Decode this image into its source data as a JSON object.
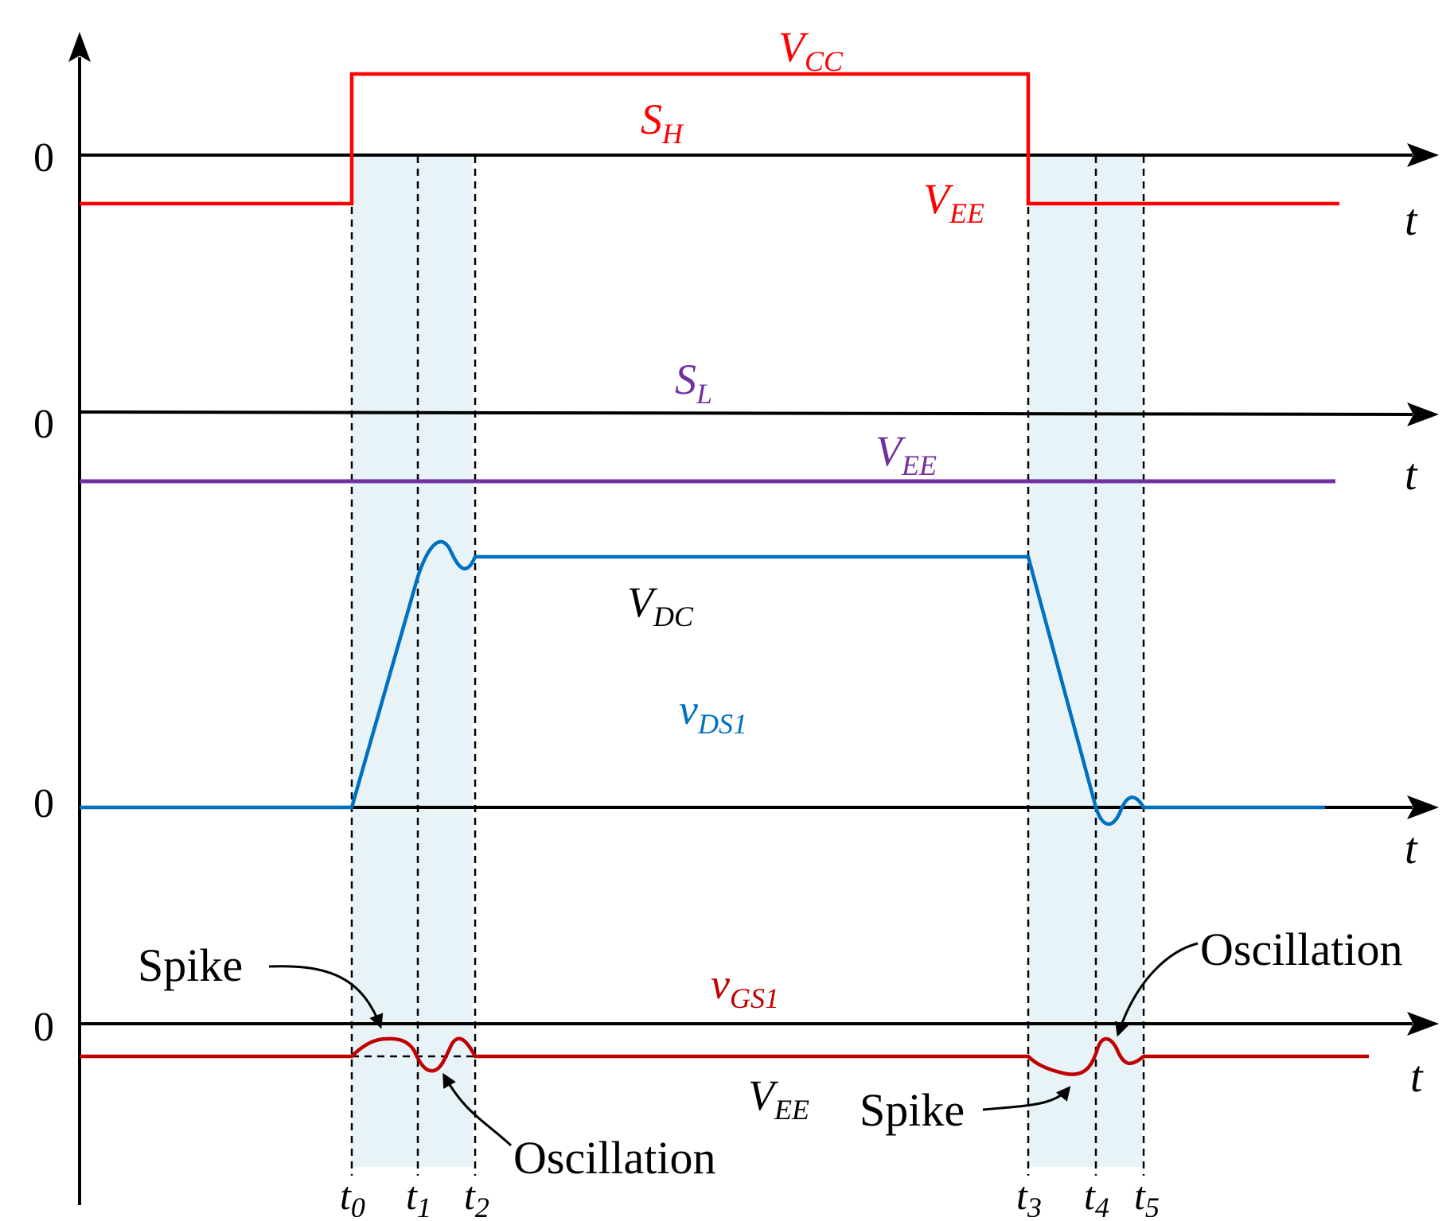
{
  "colors": {
    "axis": "#000000",
    "high_side": "#ff0000",
    "low_side": "#7030a0",
    "drain_source": "#0070c0",
    "gate_source": "#c00000",
    "shade": "#e8f3f8"
  },
  "axes": {
    "zero_label": "0",
    "time_label": "t"
  },
  "labels": {
    "sh": {
      "main": "S",
      "sub": "H"
    },
    "vcc": {
      "main": "V",
      "sub": "CC"
    },
    "vee_high": {
      "main": "V",
      "sub": "EE"
    },
    "sl": {
      "main": "S",
      "sub": "L"
    },
    "vee_low": {
      "main": "V",
      "sub": "EE"
    },
    "vdc": {
      "main": "V",
      "sub": "DC"
    },
    "vds1": {
      "main": "v",
      "sub": "DS1"
    },
    "vgs1": {
      "main": "v",
      "sub": "GS1"
    },
    "vee_gate": {
      "main": "V",
      "sub": "EE"
    }
  },
  "annotations": {
    "spike_turn_on": "Spike",
    "oscillation_turn_on": "Oscillation",
    "spike_turn_off": "Spike",
    "oscillation_turn_off": "Oscillation"
  },
  "time_marks": [
    {
      "main": "t",
      "sub": "0"
    },
    {
      "main": "t",
      "sub": "1"
    },
    {
      "main": "t",
      "sub": "2"
    },
    {
      "main": "t",
      "sub": "3"
    },
    {
      "main": "t",
      "sub": "4"
    },
    {
      "main": "t",
      "sub": "5"
    }
  ]
}
